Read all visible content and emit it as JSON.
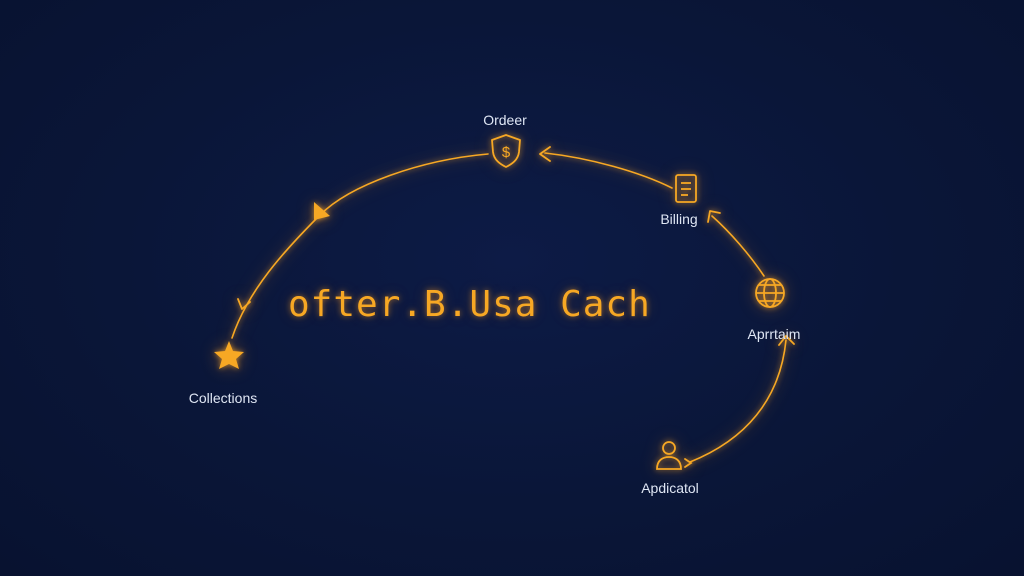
{
  "diagram": {
    "center_title": "ofter.B.Usa Cach",
    "accent_color": "#f7a824",
    "label_color": "#dfe6f4",
    "background_color": "#0a1638",
    "nodes": [
      {
        "id": "order",
        "label": "Ordeer",
        "icon": "dollar-shield-icon"
      },
      {
        "id": "billing",
        "label": "Billing",
        "icon": "document-icon"
      },
      {
        "id": "apprtaim",
        "label": "Aprrtaim",
        "icon": "globe-icon"
      },
      {
        "id": "apdicatol",
        "label": "Apdicatol",
        "icon": "user-icon"
      },
      {
        "id": "collections",
        "label": "Collections",
        "icon": "star-icon"
      }
    ]
  }
}
